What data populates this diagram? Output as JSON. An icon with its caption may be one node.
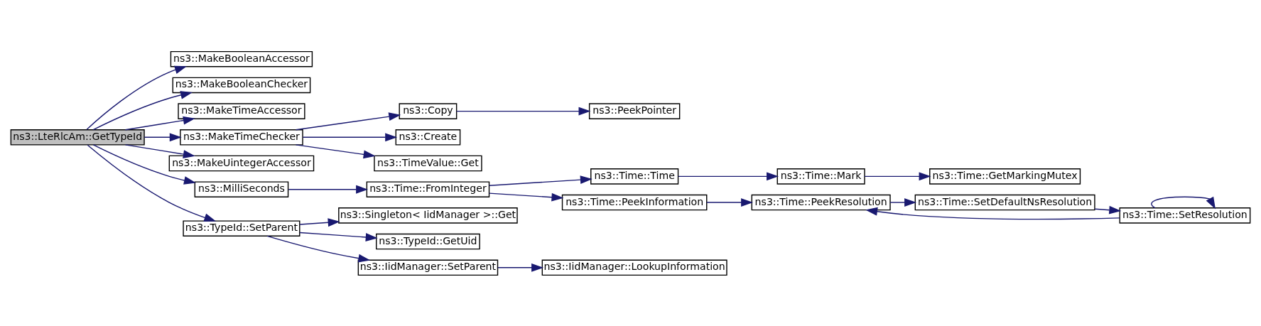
{
  "diagram": {
    "nodes": [
      {
        "text": [
          "ns3::LteRlcAm::GetTypeId"
        ]
      },
      {
        "text": [
          "ns3::MakeBooleanAccessor"
        ]
      },
      {
        "text": [
          "ns3::MakeBooleanChecker"
        ]
      },
      {
        "text": [
          "ns3::MakeTimeAccessor"
        ]
      },
      {
        "text": [
          "ns3::MakeTimeChecker"
        ]
      },
      {
        "text": [
          "ns3::MakeUintegerAccessor"
        ]
      },
      {
        "text": [
          "ns3::MilliSeconds"
        ]
      },
      {
        "text": [
          "ns3::TypeId::SetParent"
        ]
      },
      {
        "text": [
          "ns3::Copy"
        ]
      },
      {
        "text": [
          "ns3::Create"
        ]
      },
      {
        "text": [
          "ns3::TimeValue::Get"
        ]
      },
      {
        "text": [
          "ns3::PeekPointer"
        ]
      },
      {
        "text": [
          "ns3::Time::FromInteger"
        ]
      },
      {
        "text": [
          "ns3::Time::Time"
        ]
      },
      {
        "text": [
          "ns3::Time::PeekInformation"
        ]
      },
      {
        "text": [
          "ns3::Time::Mark"
        ]
      },
      {
        "text": [
          "ns3::Time::GetMarkingMutex"
        ]
      },
      {
        "text": [
          "ns3::Time::PeekResolution"
        ]
      },
      {
        "text": [
          "ns3::Time::SetDefaultNsResolution"
        ]
      },
      {
        "text": [
          "ns3::Time::SetResolution"
        ]
      },
      {
        "text": [
          "ns3::Singleton< IidManager >::Get"
        ]
      },
      {
        "text": [
          "ns3::TypeId::GetUid"
        ]
      },
      {
        "text": [
          "ns3::IidManager::SetParent"
        ]
      },
      {
        "text": [
          "ns3::IidManager::LookupInformation"
        ]
      }
    ],
    "edges": [
      {
        "from": 0,
        "to": 1,
        "arrow": "to"
      },
      {
        "from": 0,
        "to": 2,
        "arrow": "to"
      },
      {
        "from": 0,
        "to": 3,
        "arrow": "to"
      },
      {
        "from": 0,
        "to": 4,
        "arrow": "to"
      },
      {
        "from": 0,
        "to": 5,
        "arrow": "to"
      },
      {
        "from": 0,
        "to": 6,
        "arrow": "to"
      },
      {
        "from": 0,
        "to": 7,
        "arrow": "to"
      },
      {
        "from": 4,
        "to": 8,
        "arrow": "to"
      },
      {
        "from": 4,
        "to": 9,
        "arrow": "to"
      },
      {
        "from": 4,
        "to": 10,
        "arrow": "to"
      },
      {
        "from": 8,
        "to": 11,
        "arrow": "to"
      },
      {
        "from": 6,
        "to": 12,
        "arrow": "to"
      },
      {
        "from": 12,
        "to": 13,
        "arrow": "to"
      },
      {
        "from": 12,
        "to": 14,
        "arrow": "to"
      },
      {
        "from": 13,
        "to": 15,
        "arrow": "to"
      },
      {
        "from": 15,
        "to": 16,
        "arrow": "to"
      },
      {
        "from": 14,
        "to": 17,
        "arrow": "to"
      },
      {
        "from": 17,
        "to": 18,
        "arrow": "to"
      },
      {
        "from": 18,
        "to": 19,
        "arrow": "to"
      },
      {
        "from": 19,
        "to": 19,
        "arrow": "to"
      },
      {
        "from": 19,
        "to": 17,
        "arrow": "to"
      },
      {
        "from": 7,
        "to": 20,
        "arrow": "to"
      },
      {
        "from": 7,
        "to": 21,
        "arrow": "to"
      },
      {
        "from": 7,
        "to": 22,
        "arrow": "to"
      },
      {
        "from": 22,
        "to": 23,
        "arrow": "to"
      }
    ]
  }
}
